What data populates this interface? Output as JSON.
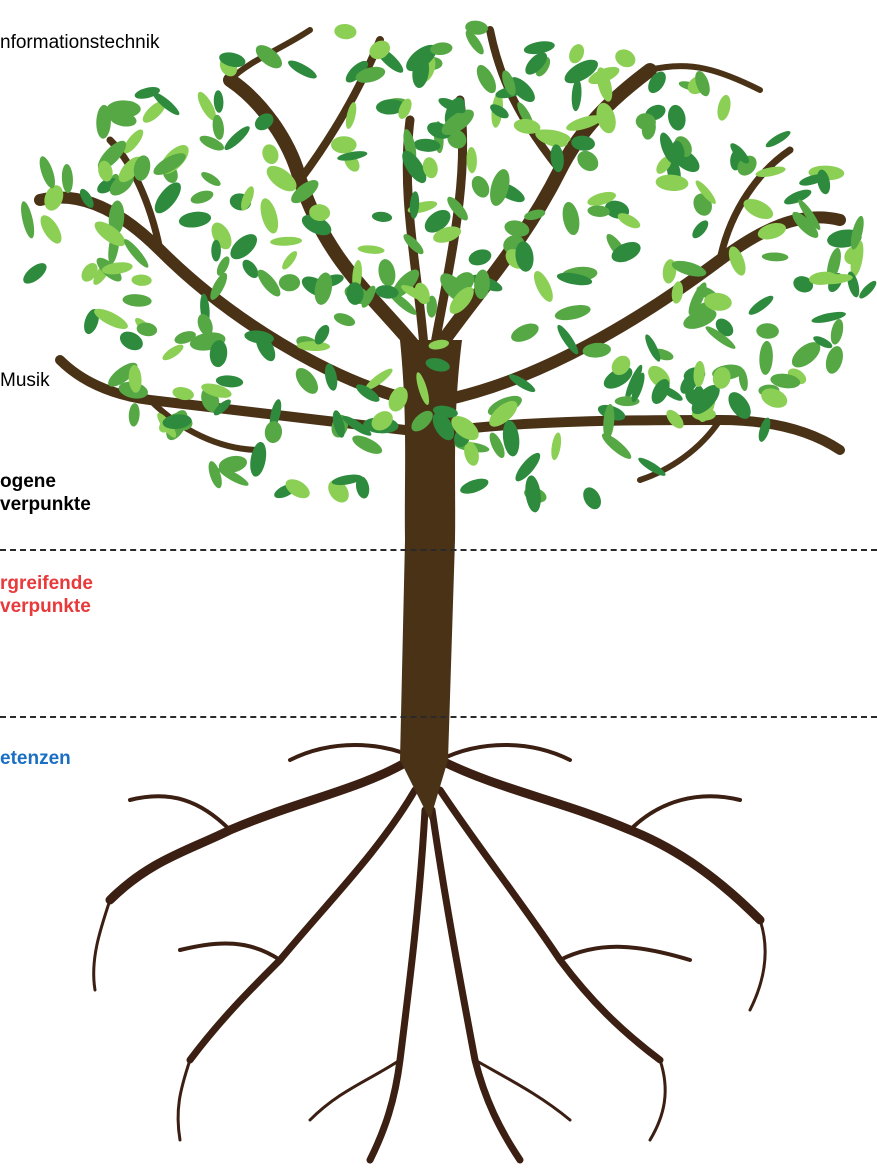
{
  "labels": {
    "informationstechnik": "nformationstechnik",
    "musik": "Musik",
    "fachbezogen_line1": "ogene",
    "fachbezogen_line2": "verpunkte",
    "uebergreifend_line1": "rgreifende",
    "uebergreifend_line2": "verpunkte",
    "kompetenzen": "etenzen"
  },
  "colors": {
    "text": "#000000",
    "uebergreifend": "#e8393b",
    "kompetenzen": "#1a6fc4",
    "separator": "#2a2a2a",
    "trunk": "#4a3217",
    "roots": "#3b1f12",
    "leaf_dark": "#2e8b3e",
    "leaf_mid": "#55a844",
    "leaf_light": "#8ccf55"
  },
  "icons": {
    "tree": "tree-illustration"
  }
}
